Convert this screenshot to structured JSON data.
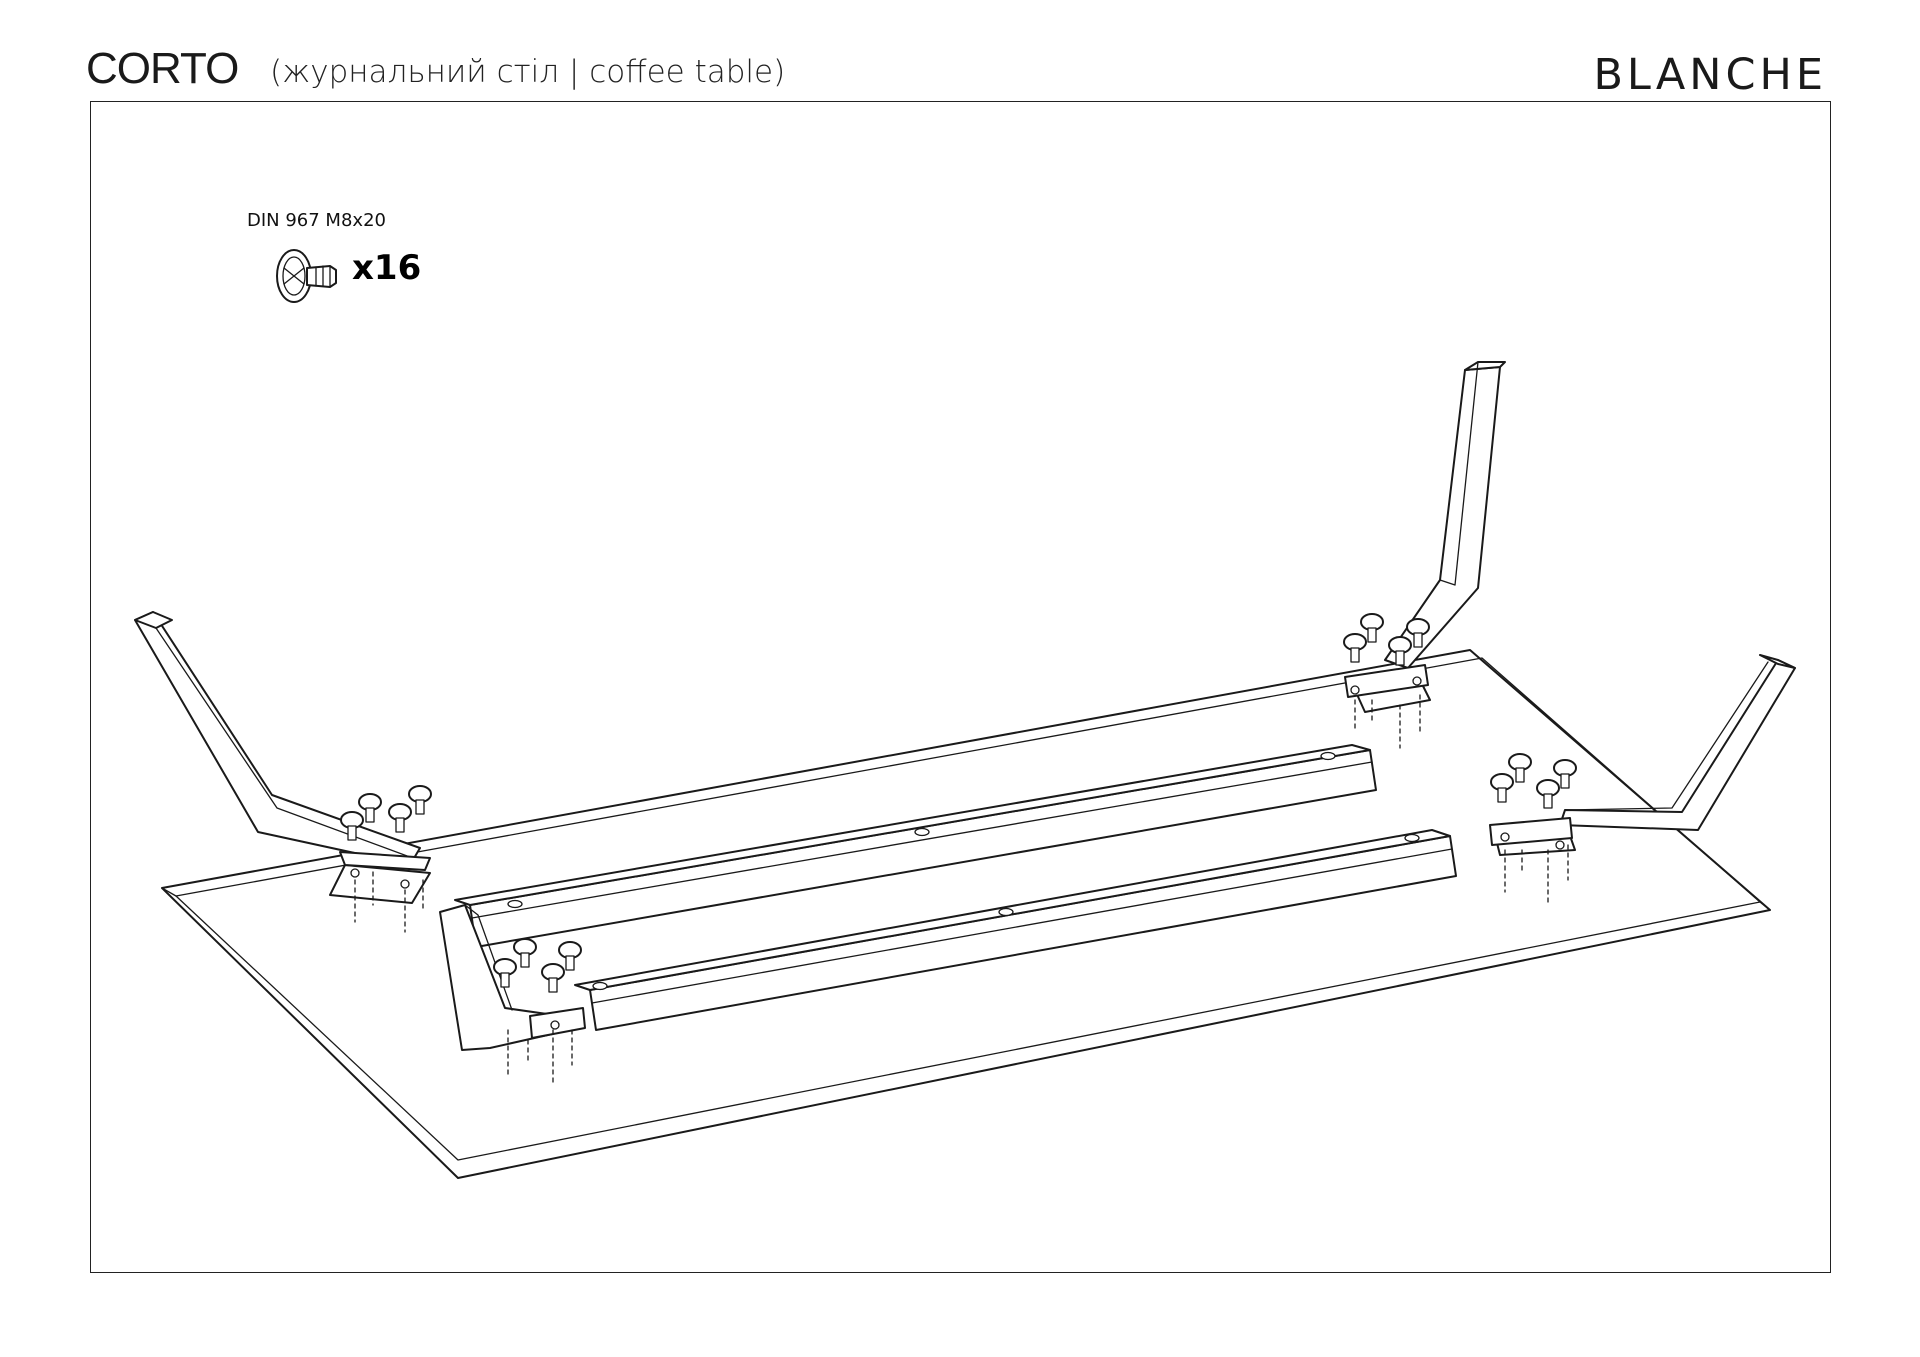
{
  "header": {
    "title": "CORTO",
    "subtitle": "(журнальний стіл |  coffee table)",
    "brand": "BLANCHE"
  },
  "hardware": {
    "code": "DIN 967 M8x20",
    "quantity": "x16",
    "icon": "screw-icon"
  },
  "parts": [
    "tabletop",
    "leg",
    "leg",
    "leg",
    "leg",
    "rail",
    "rail",
    "bolt"
  ]
}
